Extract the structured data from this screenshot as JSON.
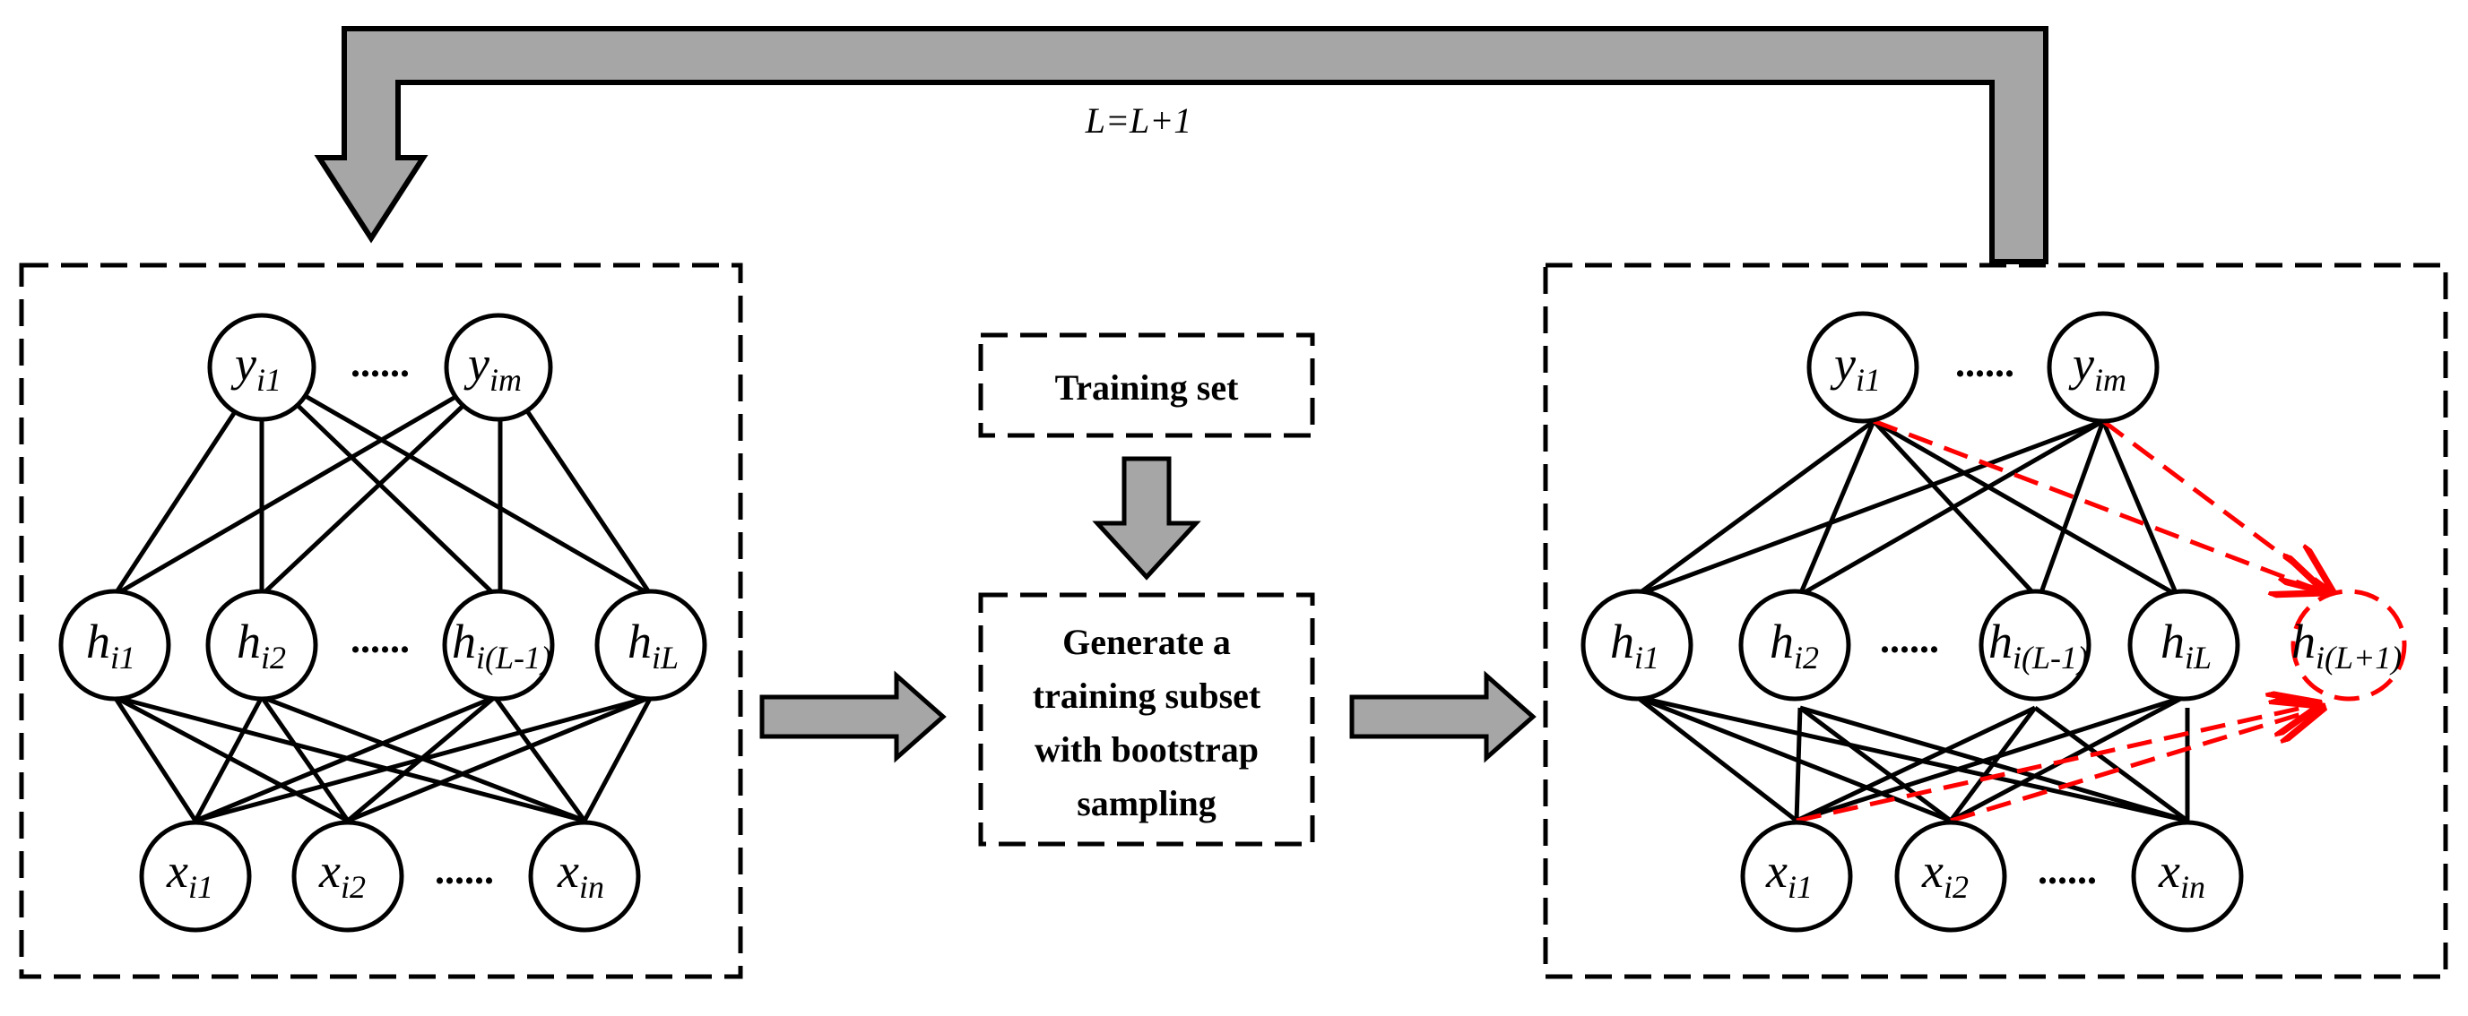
{
  "loop_label": "L=L+1",
  "ellipsis": "......",
  "training_set": "Training set",
  "generate_box": {
    "line1": "Generate a",
    "line2": "training subset",
    "line3": "with bootstrap",
    "line4": "sampling"
  },
  "nodes": {
    "y1": {
      "base": "y",
      "sub": "i1"
    },
    "ym": {
      "base": "y",
      "sub": "im"
    },
    "h1": {
      "base": "h",
      "sub": "i1"
    },
    "h2": {
      "base": "h",
      "sub": "i2"
    },
    "hLm1": {
      "base": "h",
      "sub": "i(L-1)"
    },
    "hL": {
      "base": "h",
      "sub": "iL"
    },
    "hLp1": {
      "base": "h",
      "sub": "i(L+1)"
    },
    "x1": {
      "base": "x",
      "sub": "i1"
    },
    "x2": {
      "base": "x",
      "sub": "i2"
    },
    "xn": {
      "base": "x",
      "sub": "in"
    }
  },
  "colors": {
    "arrow_fill": "#a6a6a6",
    "new_node": "#ff0000",
    "stroke": "#000000"
  }
}
